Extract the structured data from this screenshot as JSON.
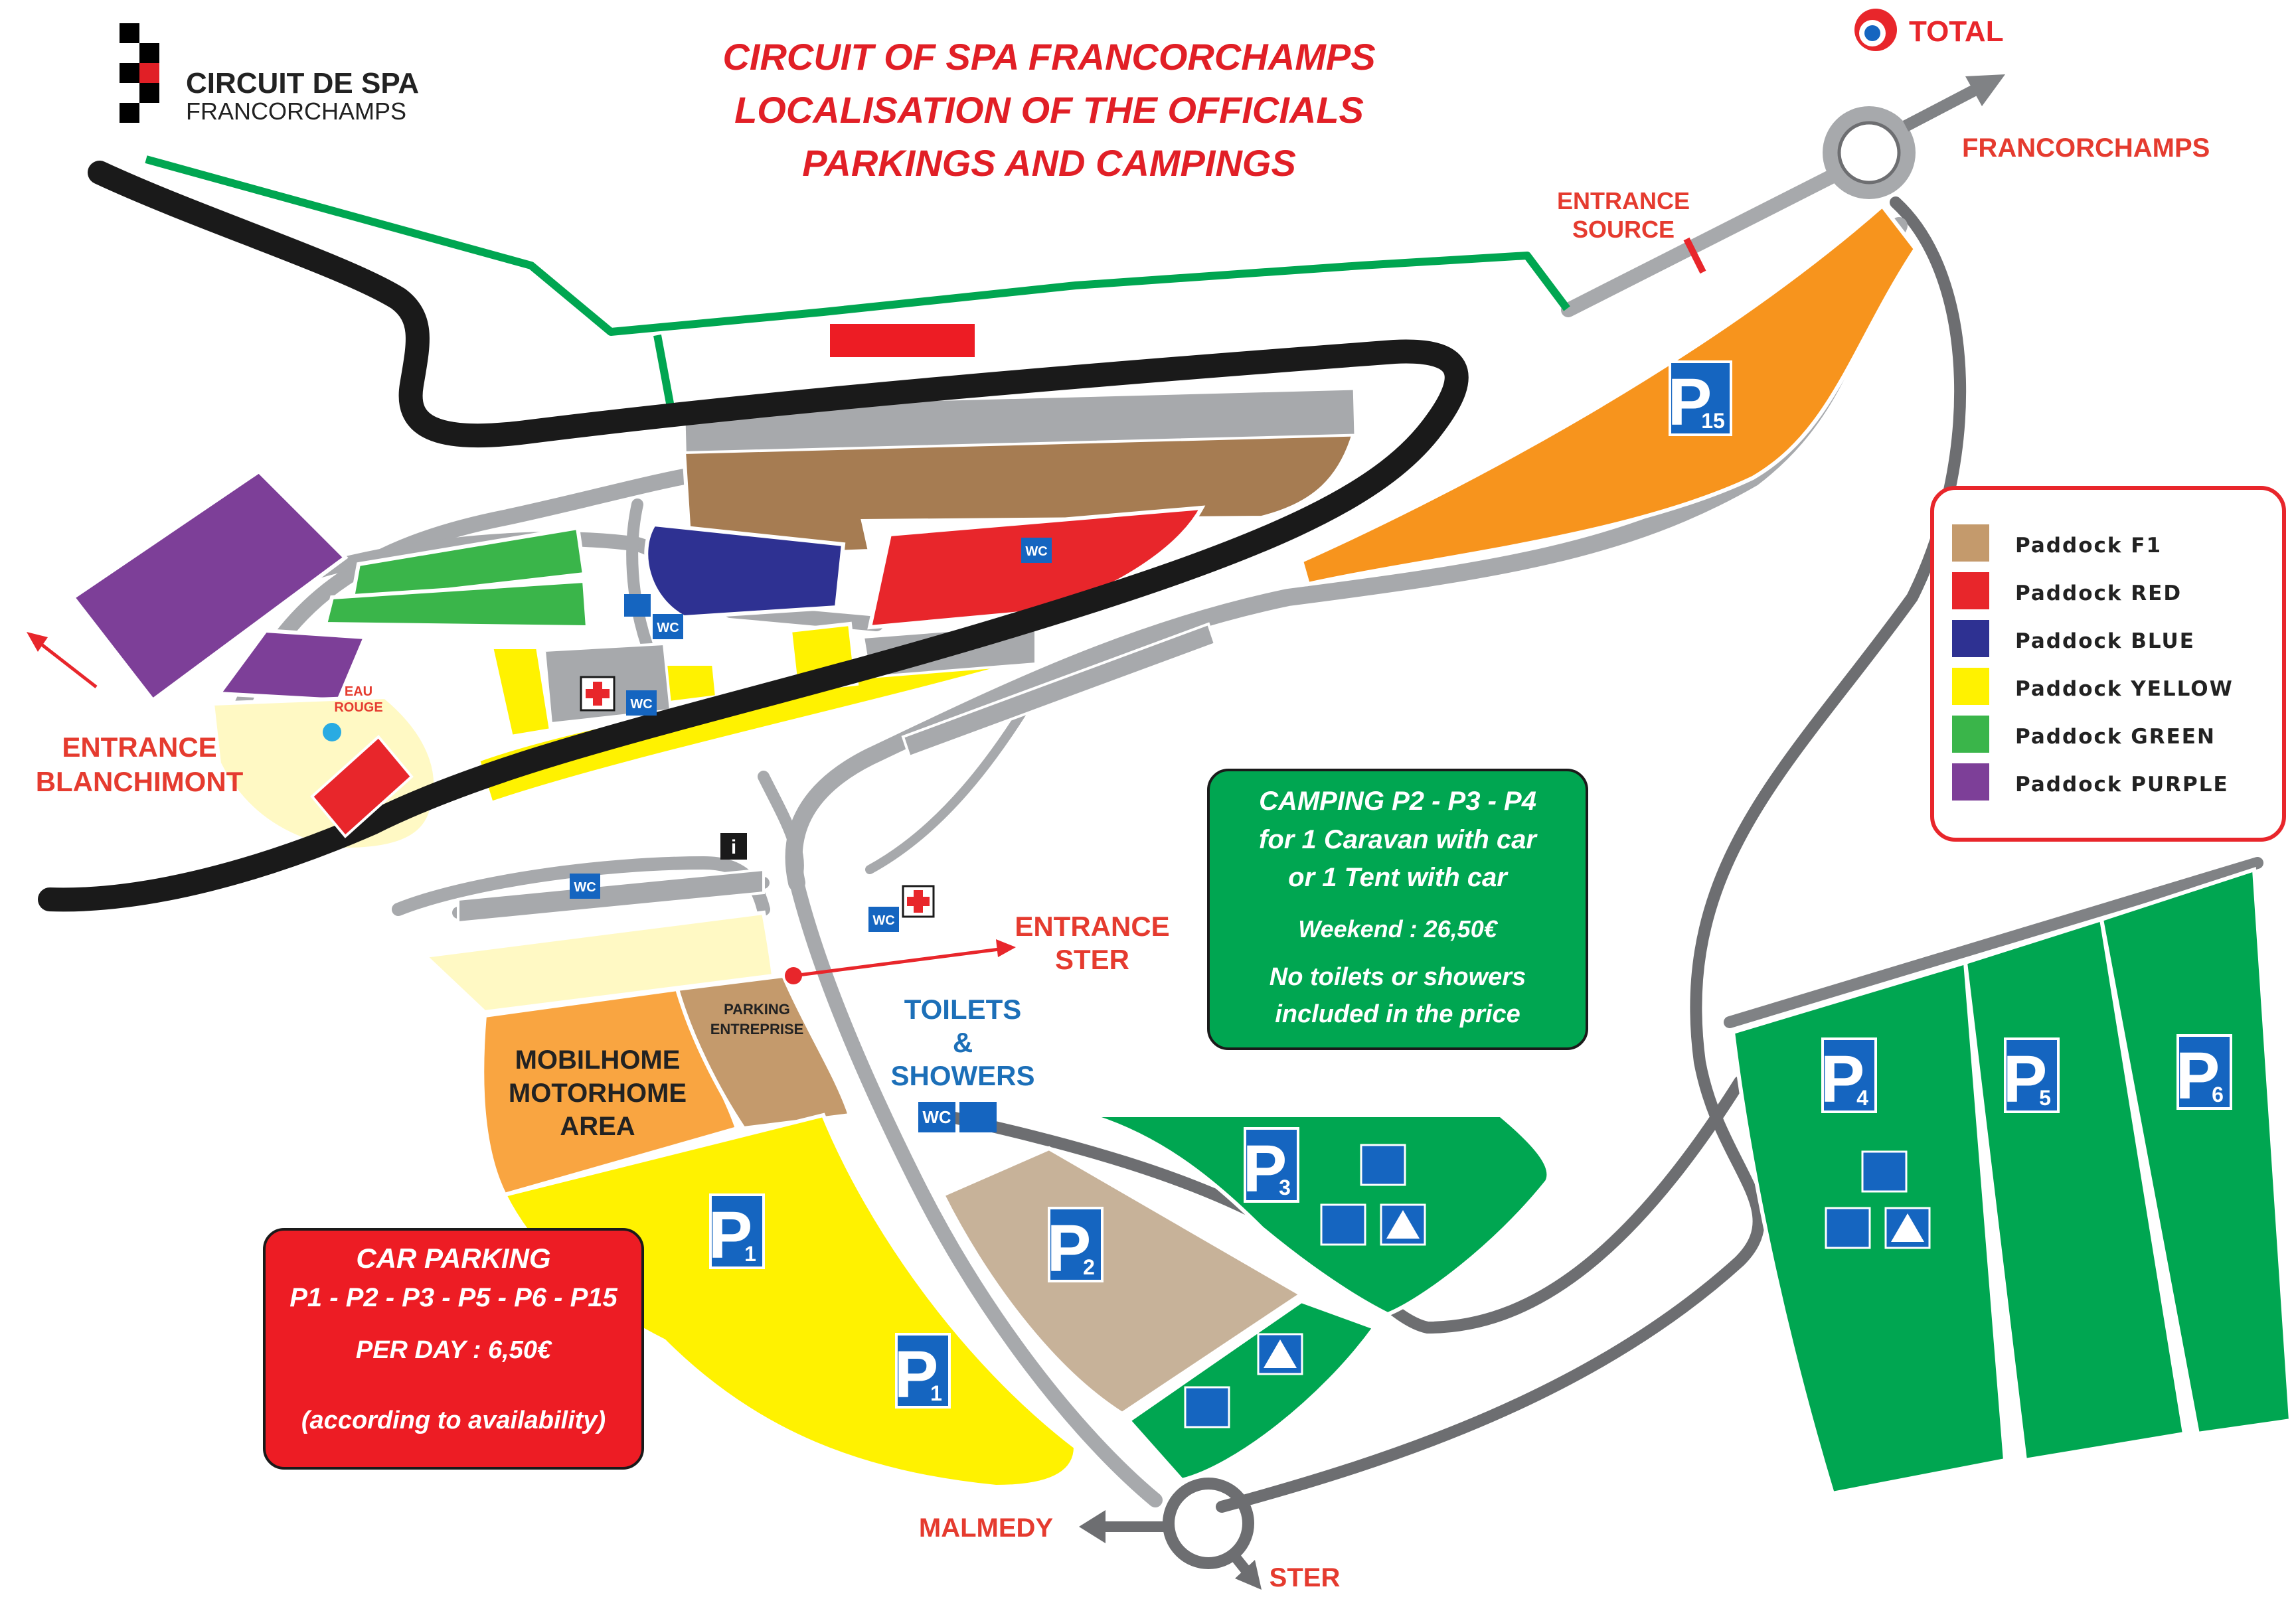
{
  "header": {
    "title_lines": [
      "CIRCUIT OF SPA FRANCORCHAMPS",
      "LOCALISATION OF THE OFFICIALS",
      "PARKINGS AND CAMPINGS"
    ]
  },
  "logo": {
    "line1": "CIRCUIT DE SPA",
    "line2": "FRANCORCHAMPS"
  },
  "sponsor": {
    "name": "TOTAL"
  },
  "places": {
    "francorchamps": "FRANCORCHAMPS",
    "entrance_source": [
      "ENTRANCE",
      "SOURCE"
    ],
    "entrance_blanchimont": [
      "ENTRANCE",
      "BLANCHIMONT"
    ],
    "entrance_ster": [
      "ENTRANCE",
      "STER"
    ],
    "malmedy": "MALMEDY",
    "ster": "STER",
    "eau_rouge": [
      "EAU",
      "ROUGE"
    ],
    "parking_entreprise": [
      "PARKING",
      "ENTREPRISE"
    ],
    "mobilhome_area": [
      "MOBILHOME",
      "MOTORHOME",
      "AREA"
    ],
    "toilets_showers": [
      "TOILETS",
      "&",
      "SHOWERS"
    ]
  },
  "legend": {
    "items": [
      {
        "label": "Paddock F1",
        "color": "#c49a6c"
      },
      {
        "label": "Paddock RED",
        "color": "#e8262b"
      },
      {
        "label": "Paddock BLUE",
        "color": "#2e3192"
      },
      {
        "label": "Paddock YELLOW",
        "color": "#fff200"
      },
      {
        "label": "Paddock GREEN",
        "color": "#3ab54a"
      },
      {
        "label": "Paddock PURPLE",
        "color": "#7d3f98"
      }
    ]
  },
  "camping_box": {
    "lines": [
      "CAMPING P2 - P3 - P4",
      "for 1 Caravan with car",
      "or 1 Tent with car",
      "Weekend : 26,50€",
      "No toilets or showers",
      "included in the price"
    ],
    "color": "#00a651"
  },
  "car_parking_box": {
    "lines": [
      "CAR PARKING",
      "P1 - P2 - P3 - P5 - P6 - P15",
      "PER DAY  : 6,50€",
      "(according to availability)"
    ],
    "color": "#ed1c24"
  },
  "parking_signs": {
    "letter": "P",
    "p15": "15",
    "p1a": "1",
    "p1b": "1",
    "p2": "2",
    "p3": "3",
    "p4": "4",
    "p5": "5",
    "p6": "6"
  },
  "wc_label": "WC",
  "info_label": "i",
  "colors": {
    "track": "#1a1a1a",
    "road": "#a7a9ac",
    "green_road": "#00a651",
    "paddock_f1": "#a67c52",
    "orange": "#f7941d",
    "camping_green": "#00a651",
    "beige": "#c7b299",
    "mobilhome": "#f9a541",
    "cream": "#fff9c4",
    "blue_sign": "#1565c0"
  }
}
